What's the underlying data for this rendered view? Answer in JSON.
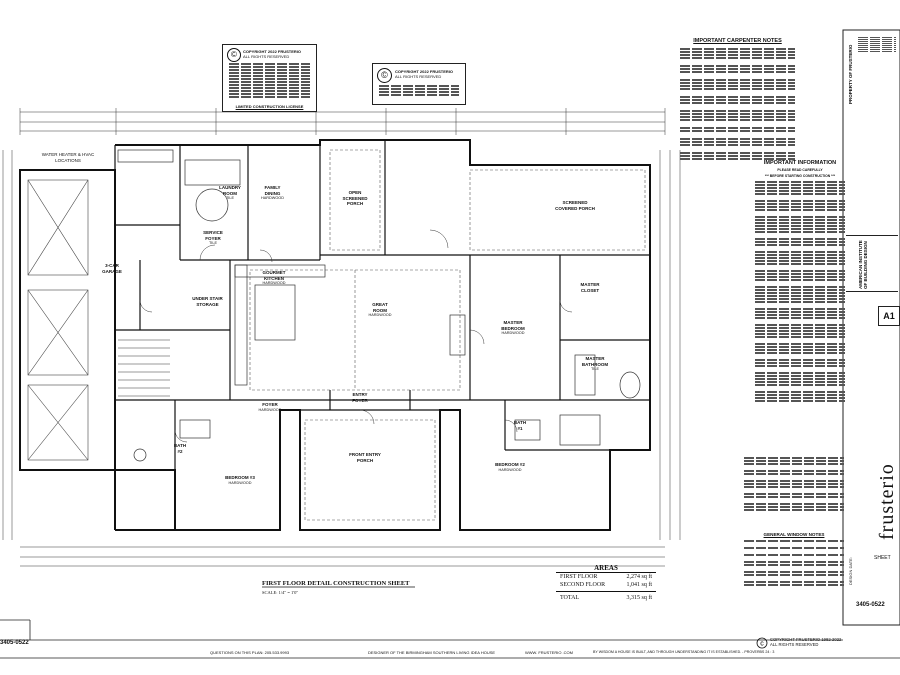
{
  "copyright_block_1": {
    "title": "COPYRIGHT 2022 FRUSTERIO",
    "sub": "ALL RIGHTS RESERVED",
    "footer": "LIMITED CONSTRUCTION LICENSE"
  },
  "copyright_block_2": {
    "title": "COPYRIGHT 2022 FRUSTERIO",
    "sub": "ALL RIGHTS RESERVED"
  },
  "right_notes": {
    "carpenter_title": "IMPORTANT CARPENTER NOTES",
    "info_title": "IMPORTANT INFORMATION",
    "info_sub1": "PLEASE READ CAREFULLY",
    "info_sub2": "*** BEFORE STARTING CONSTRUCTION ***",
    "window_title": "GENERAL WINDOW NOTES"
  },
  "rooms": {
    "open_porch": {
      "name": "OPEN\nSCREENED\nPORCH"
    },
    "screened_porch": {
      "name": "SCREENED\nCOVERED PORCH"
    },
    "laundry": {
      "name": "LAUNDRY\nROOM",
      "sub": "TILE"
    },
    "family_dining": {
      "name": "FAMILY\nDINING",
      "sub": "HARDWOOD"
    },
    "service_foyer": {
      "name": "SERVICE\nFOYER",
      "sub": "TILE"
    },
    "gourmet_kitchen": {
      "name": "GOURMET\nKITCHEN",
      "sub": "HARDWOOD"
    },
    "great_room": {
      "name": "GREAT\nROOM",
      "sub": "HARDWOOD"
    },
    "master_bedroom": {
      "name": "MASTER\nBEDROOM",
      "sub": "HARDWOOD"
    },
    "master_closet": {
      "name": "MASTER\nCLOSET"
    },
    "master_bathroom": {
      "name": "MASTER\nBATHROOM",
      "sub": "TILE"
    },
    "garage": {
      "name": "3-CAR\nGARAGE"
    },
    "foyer": {
      "name": "FOYER",
      "sub": "HARDWOOD"
    },
    "entry_foyer": {
      "name": "ENTRY\nFOYER"
    },
    "front_porch": {
      "name": "FRONT ENTRY\nPORCH"
    },
    "bedroom3": {
      "name": "BEDROOM #3",
      "sub": "HARDWOOD"
    },
    "bedroom2": {
      "name": "BEDROOM #2",
      "sub": "HARDWOOD"
    },
    "bath_left": {
      "name": "BATH\n#2"
    },
    "bath_right": {
      "name": "BATH\n#1"
    },
    "under_stair": {
      "name": "UNDER STAIR\nSTORAGE"
    },
    "water_heater": {
      "name": "WATER HEATER & HVAC LOCATIONS"
    }
  },
  "sheet_title": "FIRST FLOOR DETAIL CONSTRUCTION SHEET",
  "scale": "SCALE: 1/4\" = 1'0\"",
  "areas": {
    "title": "AREAS",
    "rows": [
      {
        "label": "FIRST FLOOR",
        "value": "2,274 sq ft"
      },
      {
        "label": "SECOND FLOOR",
        "value": "1,041 sq ft"
      }
    ],
    "total_label": "TOTAL",
    "total_value": "3,315 sq ft"
  },
  "plan_number": "3405-0522",
  "bottom_copyright": {
    "line1": "COPYRIGHT FRUSTERIO 1982-2022",
    "line2": "ALL RIGHTS RESERVED"
  },
  "footer": {
    "questions": "QUESTIONS ON THIS PLAN: 205.533.9993",
    "designer": "DESIGNER OF THE BIRMINGHAM SOUTHERN LIVING IDEA HOUSE",
    "website": "WWW. FRUSTERIO .COM",
    "proverb": "BY WISDOM A HOUSE IS BUILT, AND THROUGH UNDERSTANDING IT IS ESTABLISHED. - PROVERBS 24 : 3"
  },
  "title_block": {
    "property": "PROPERTY OF FRUSTERIO",
    "sheet_id": "A1",
    "firm": "AMERICAN INSTITUTE OF BUILDING DESIGN",
    "brand": "frusterio",
    "design_date_label": "DESIGN DATE:",
    "sheet_label": "SHEET"
  }
}
